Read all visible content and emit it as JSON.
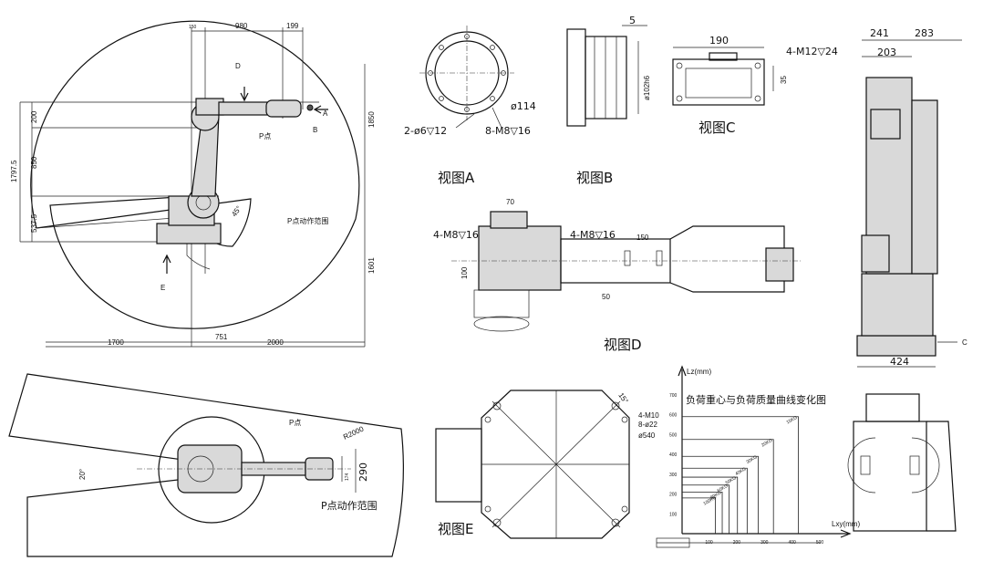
{
  "side": {
    "dims_top": [
      "150",
      "980",
      "199"
    ],
    "dims_left": [
      "200",
      "1797.5",
      "850",
      "537.5"
    ],
    "dims_right": [
      "1850",
      "1601"
    ],
    "dims_bottom": [
      "1700",
      "751",
      "2000"
    ],
    "labels": {
      "d": "D",
      "a": "A",
      "b": "B",
      "e": "E",
      "p": "P点",
      "angle": "45°",
      "range": "P点动作范围"
    }
  },
  "top": {
    "radius": "R2000",
    "angle": "20°",
    "p": "P点",
    "dims": [
      "174",
      "290"
    ],
    "range": "P点动作范围"
  },
  "view_a": {
    "title": "视图A",
    "callout_1": "2-ø6▽12",
    "callout_2": "8-M8▽16",
    "callout_3": "ø114"
  },
  "view_b": {
    "title": "视图B",
    "dim_1": "5",
    "dim_2": "ø102h6"
  },
  "view_c": {
    "title": "视图C",
    "dim_1": "190",
    "dim_2": "4-M12▽24",
    "dim_3": "35"
  },
  "view_d": {
    "title": "视图D",
    "callout_1": "4-M8▽16",
    "callout_2": "4-M8▽16",
    "dims": [
      "70",
      "150",
      "100",
      "50"
    ]
  },
  "view_e": {
    "title": "视图E",
    "callout": "4-M10",
    "dim_1": "8-ø22",
    "dim_2": "ø540",
    "angle": "15°"
  },
  "right": {
    "dims": [
      "241",
      "283",
      "203",
      "424"
    ],
    "label": "C"
  },
  "chart_data": {
    "type": "line",
    "title": "负荷重心与负荷质量曲线变化图",
    "xlabel": "Lxy(mm)",
    "ylabel": "Lz(mm)",
    "x_ticks": [
      "100",
      "200",
      "300",
      "400",
      "500"
    ],
    "y_ticks": [
      "100",
      "200",
      "300",
      "400",
      "500",
      "600",
      "700"
    ],
    "xlim": [
      0,
      550
    ],
    "ylim": [
      0,
      750
    ],
    "series": [
      {
        "name": "15KG",
        "points": [
          [
            0,
            590
          ],
          [
            420,
            590
          ],
          [
            420,
            0
          ]
        ]
      },
      {
        "name": "20KG",
        "points": [
          [
            0,
            475
          ],
          [
            330,
            475
          ],
          [
            330,
            0
          ]
        ]
      },
      {
        "name": "30KG",
        "points": [
          [
            0,
            390
          ],
          [
            275,
            390
          ],
          [
            275,
            0
          ]
        ]
      },
      {
        "name": "40KG",
        "points": [
          [
            0,
            330
          ],
          [
            235,
            330
          ],
          [
            235,
            0
          ]
        ]
      },
      {
        "name": "50KG",
        "points": [
          [
            0,
            285
          ],
          [
            200,
            285
          ],
          [
            200,
            0
          ]
        ]
      },
      {
        "name": "60KG",
        "points": [
          [
            0,
            245
          ],
          [
            170,
            245
          ],
          [
            170,
            0
          ]
        ]
      },
      {
        "name": "80KG",
        "points": [
          [
            0,
            210
          ],
          [
            145,
            210
          ],
          [
            145,
            0
          ]
        ]
      },
      {
        "name": "100KG",
        "points": [
          [
            0,
            180
          ],
          [
            120,
            180
          ],
          [
            120,
            0
          ]
        ]
      }
    ]
  }
}
